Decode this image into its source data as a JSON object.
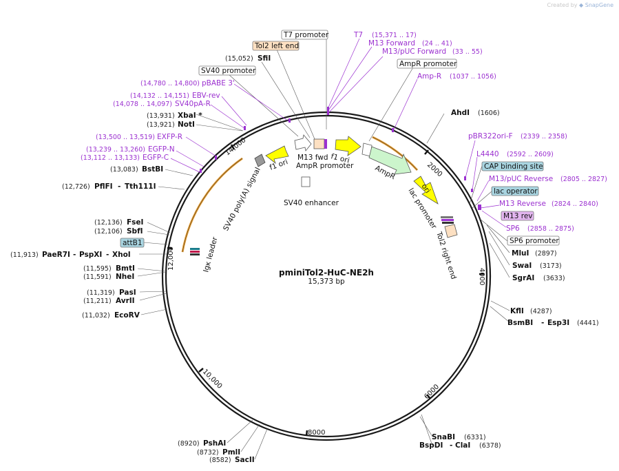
{
  "watermark": {
    "prefix": "Created by",
    "brand": "SnapGene"
  },
  "plasmid": {
    "name": "pminiTol2-HuC-NE2h",
    "length_label": "15,373 bp"
  },
  "ticks": [
    "2000",
    "4000",
    "6000",
    "8000",
    "10,000",
    "12,000",
    "14,000"
  ],
  "enzymes_left": [
    {
      "name": "SfiI",
      "pos": "(15,052)"
    },
    {
      "name": "XbaI *",
      "pos": "(13,931)"
    },
    {
      "name": "NotI",
      "pos": "(13,921)"
    },
    {
      "name": "BstBI",
      "pos": "(13,083)"
    },
    {
      "name": "PflFI",
      "name2": "Tth111I",
      "pos": "(12,726)"
    },
    {
      "name": "FseI",
      "pos": "(12,136)"
    },
    {
      "name": "SbfI",
      "pos": "(12,106)"
    },
    {
      "name": "PaeR7I",
      "name2": "PspXI",
      "name3": "XhoI",
      "pos": "(11,913)"
    },
    {
      "name": "BmtI",
      "pos": "(11,595)"
    },
    {
      "name": "NheI",
      "pos": "(11,591)"
    },
    {
      "name": "PasI",
      "pos": "(11,319)"
    },
    {
      "name": "AvrII",
      "pos": "(11,211)"
    },
    {
      "name": "EcoRV",
      "pos": "(11,032)"
    },
    {
      "name": "PshAI",
      "pos": "(8920)"
    },
    {
      "name": "PmlI",
      "pos": "(8732)"
    },
    {
      "name": "SacII",
      "pos": "(8582)"
    }
  ],
  "enzymes_right": [
    {
      "name": "AhdI",
      "pos": "(1606)"
    },
    {
      "name": "MluI",
      "pos": "(2897)"
    },
    {
      "name": "SwaI",
      "pos": "(3173)"
    },
    {
      "name": "SgrAI",
      "pos": "(3633)"
    },
    {
      "name": "KflI",
      "pos": "(4287)"
    },
    {
      "name": "BsmBI",
      "name2": "Esp3I",
      "pos": "(4441)"
    },
    {
      "name": "SnaBI",
      "pos": "(6331)"
    },
    {
      "name": "BspDI",
      "name2": "ClaI",
      "pos": "(6378)"
    }
  ],
  "primers": [
    {
      "name": "T7",
      "pos": "(15,371 .. 17)"
    },
    {
      "name": "M13 Forward",
      "pos": "(24 .. 41)"
    },
    {
      "name": "M13/pUC Forward",
      "pos": "(33 .. 55)"
    },
    {
      "name": "Amp-R",
      "pos": "(1037 .. 1056)"
    },
    {
      "name": "pBR322ori-F",
      "pos": "(2339 .. 2358)"
    },
    {
      "name": "L4440",
      "pos": "(2592 .. 2609)"
    },
    {
      "name": "M13/pUC Reverse",
      "pos": "(2805 .. 2827)"
    },
    {
      "name": "M13 Reverse",
      "pos": "(2824 .. 2840)"
    },
    {
      "name": "SP6",
      "pos": "(2858 .. 2875)"
    },
    {
      "name": "pBABE 3'",
      "pos": "(14,780 .. 14,800)"
    },
    {
      "name": "EBV-rev",
      "pos": "(14,132 .. 14,151)"
    },
    {
      "name": "SV40pA-R",
      "pos": "(14,078 .. 14,097)"
    },
    {
      "name": "EXFP-R",
      "pos": "(13,500 .. 13,519)"
    },
    {
      "name": "EGFP-N",
      "pos": "(13,239 .. 13,260)"
    },
    {
      "name": "EGFP-C",
      "pos": "(13,112 .. 13,133)"
    }
  ],
  "boxed_labels": {
    "t7_promoter": "T7 promoter",
    "tol2_left_end": "Tol2 left end",
    "sv40_promoter": "SV40 promoter",
    "ampr_promoter": "AmpR promoter",
    "cap_binding_site": "CAP binding site",
    "lac_operator": "lac operator",
    "m13_rev": "M13 rev",
    "sp6_promoter": "SP6 promoter",
    "attb1": "attB1"
  },
  "features": {
    "f1_ori_a": "f1 ori",
    "m13_fwd": "M13 fwd",
    "f1_ori_b": "f1 ori",
    "ampr_promoter_inner": "AmpR promoter",
    "ampr": "AmpR",
    "ori": "ori",
    "lac_promoter": "lac promoter",
    "tol2_right_end": "Tol2 right end",
    "sv40_enhancer": "SV40 enhancer",
    "sv40_polya": "SV40 poly(A) signal",
    "igk_leader": "Igκ leader"
  },
  "colors": {
    "backbone": "#1a1a1a",
    "primer": "#9b30d0",
    "ampr_fill": "#ccf5cc",
    "ori_fill": "#ffff00",
    "tol2_fill": "#fde0c2",
    "cap_fill": "#a8d4e0",
    "m13rev_fill": "#e2b5ef",
    "orange_arc": "#e8a33d"
  }
}
